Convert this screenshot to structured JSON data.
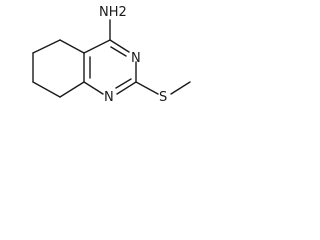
{
  "molecule": {
    "labels": {
      "amine": "NH2",
      "n_upper": "N",
      "n_lower": "N",
      "sulfur": "S"
    }
  }
}
